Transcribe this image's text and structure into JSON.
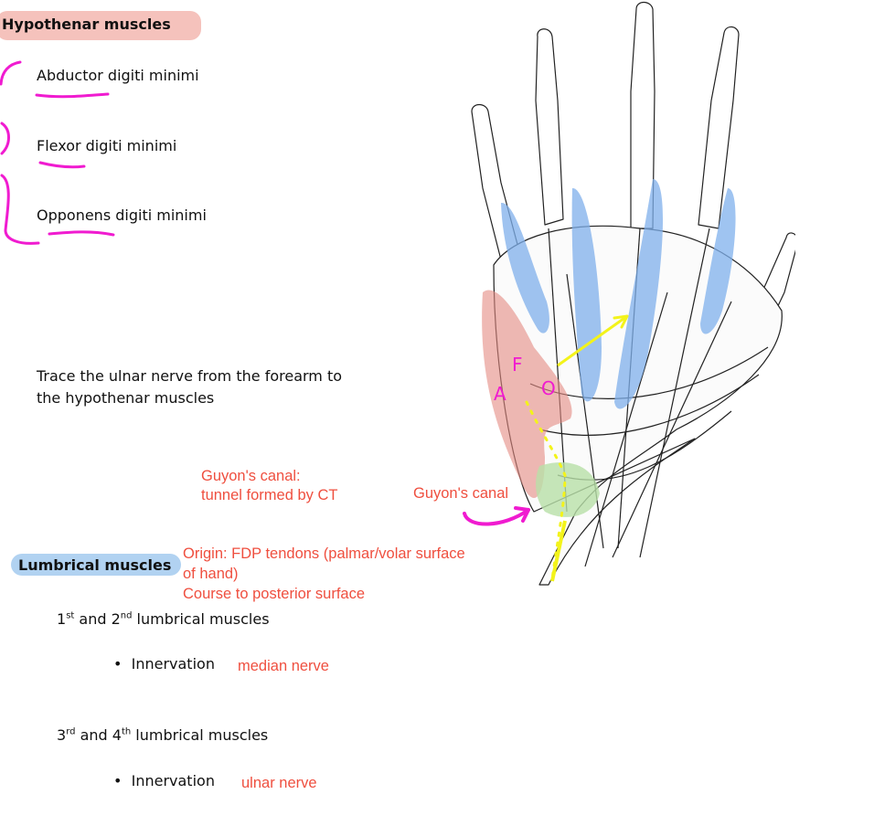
{
  "hypothenar": {
    "title": "Hypothenar muscles",
    "items": [
      "Abductor digiti minimi",
      "Flexor digiti minimi",
      "Opponens digiti minimi"
    ]
  },
  "trace_note": [
    "Trace the ulnar nerve from the forearm to",
    "the hypothenar muscles"
  ],
  "guyon_note": [
    "Guyon's canal:",
    "tunnel formed by CT"
  ],
  "guyon_label": "Guyon's canal",
  "hand_labels": {
    "a": "A",
    "f": "F",
    "o": "O"
  },
  "lumbrical": {
    "title": "Lumbrical muscles",
    "origin": [
      "Origin: FDP tendons (palmar/volar surface",
      "of hand)",
      "Course to posterior surface"
    ],
    "group1": {
      "n1": "1",
      "s1": "st",
      "and": " and 2",
      "s2": "nd",
      "rest": " lumbrical muscles",
      "bullet": "Innervation",
      "answer": "median nerve"
    },
    "group2": {
      "n1": "3",
      "s1": "rd",
      "and": " and 4",
      "s2": "th",
      "rest": " lumbrical muscles",
      "bullet": "Innervation",
      "answer": "ulnar nerve"
    }
  },
  "colors": {
    "pink_ink": "#f01bd0",
    "red_note": "#ef4f3f",
    "yellow_nerve": "#f3f31a",
    "blue_lumbrical": "#7fb0ec",
    "red_muscle": "#e58a82",
    "green_canal": "#b8e0a8"
  }
}
